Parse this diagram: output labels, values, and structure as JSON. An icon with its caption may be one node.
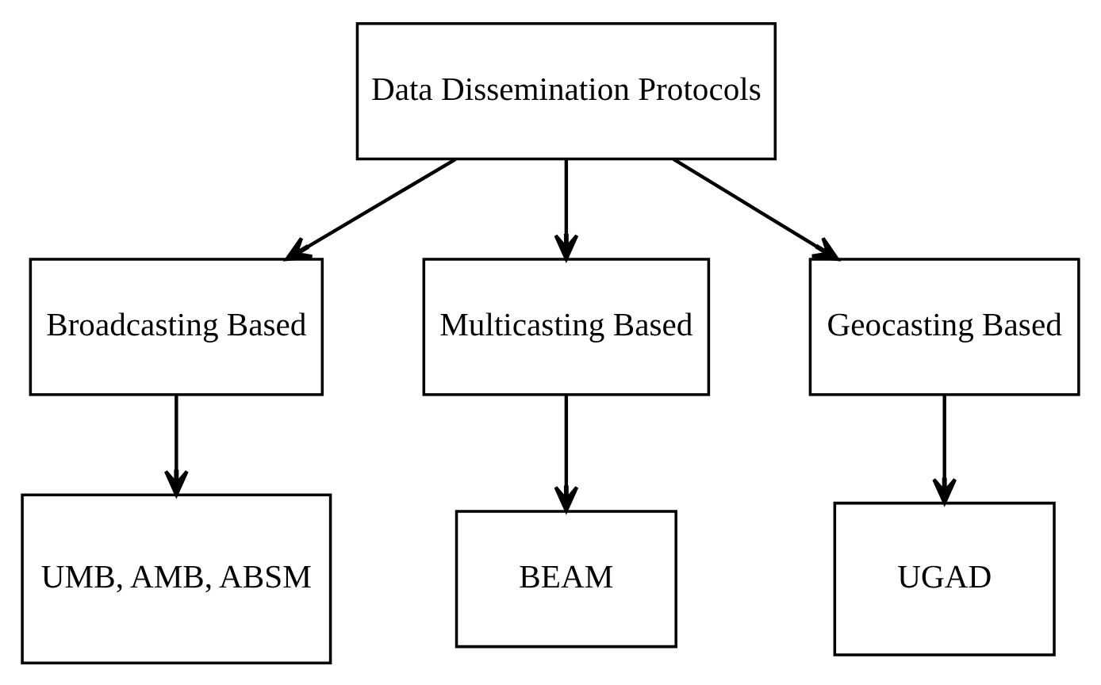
{
  "diagram": {
    "nodes": [
      {
        "text": [
          "Data Dissemination Protocols"
        ]
      },
      {
        "text": [
          "Broadcasting Based"
        ]
      },
      {
        "text": [
          "Multicasting Based"
        ]
      },
      {
        "text": [
          "Geocasting Based"
        ]
      },
      {
        "text": [
          "UMB, AMB, ABSM"
        ]
      },
      {
        "text": [
          "BEAM"
        ]
      },
      {
        "text": [
          "UGAD"
        ]
      }
    ],
    "edges": [
      {
        "from": 0,
        "to": 1,
        "arrow": "to"
      },
      {
        "from": 0,
        "to": 2,
        "arrow": "to"
      },
      {
        "from": 0,
        "to": 3,
        "arrow": "to"
      },
      {
        "from": 1,
        "to": 4,
        "arrow": "to"
      },
      {
        "from": 2,
        "to": 5,
        "arrow": "to"
      },
      {
        "from": 3,
        "to": 6,
        "arrow": "to"
      }
    ]
  }
}
